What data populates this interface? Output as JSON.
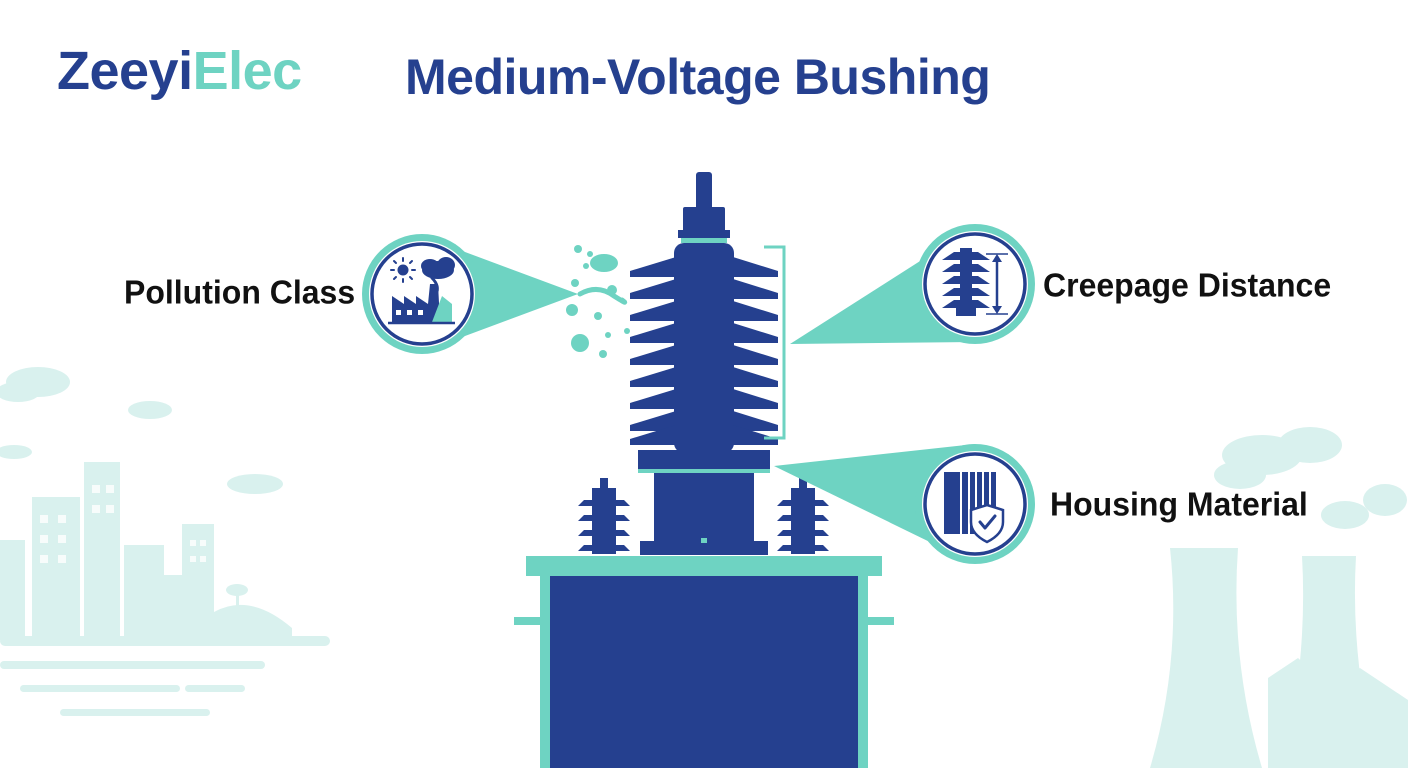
{
  "brand": {
    "part1": "Zeeyi",
    "part2": "Elec",
    "primary_color": "#25408f",
    "accent_color": "#6ed3c2"
  },
  "title": "Medium-Voltage Bushing",
  "callouts": [
    {
      "label": "Pollution Class",
      "icon": "factory-pollution-icon"
    },
    {
      "label": "Creepage Distance",
      "icon": "insulator-creepage-icon"
    },
    {
      "label": "Housing Material",
      "icon": "shield-check-material-icon"
    }
  ],
  "colors": {
    "navy": "#25408f",
    "teal": "#6ed3c2",
    "light_teal": "#d9f1ee"
  }
}
